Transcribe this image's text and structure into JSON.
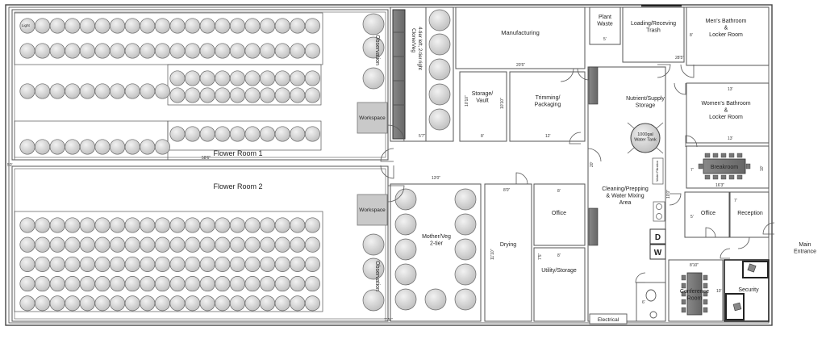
{
  "rooms": {
    "flower1": "Flower Room 1",
    "flower2": "Flower Room 2",
    "clone_veg": "Clone/Veg",
    "clone_veg_sub": "4-tier left, 2-tier right",
    "manufacturing": "Manufacturing",
    "plant_waste": "Plant\nWaste",
    "loading": "Loading/Receving\nTrash",
    "mens": "Men's Bathroom\n&\nLocker Room",
    "womens": "Women's Bathroom\n&\nLocker Room",
    "storage_vault": "Storage/\nVault",
    "trimming": "Trimming/\nPackaging",
    "nutrient": "Nutrient/Supply\nStorage",
    "water_tank": "1000gal\nWater Tank",
    "breakroom": "Breakroom",
    "cleaning": "Cleaning/Prepping\n& Water Mixing\nArea",
    "office_left": "Office",
    "office_right": "Office",
    "reception": "Reception",
    "main_entrance": "Main\nEntrance",
    "mother_veg": "Mother/Veg\n2-tier",
    "drying": "Drying",
    "utility": "Utility/Storage",
    "conference": "Conference\nRoom",
    "security": "Security",
    "electrical": "Electrical",
    "workspace": "Workspace",
    "observation": "Observation",
    "water_filtration": "Water Filtration",
    "light": "Light",
    "washer": "W",
    "dryer": "D"
  },
  "dimensions": {
    "fr1_width": "58'6\"",
    "fr_depth": "50'",
    "mother_width": "13'0\"",
    "bottom_right": "10'8\"",
    "clone_w": "5'7\"",
    "manuf_w": "20'5\"",
    "waste_w": "5'",
    "loading_w": "28'5\"",
    "mens_h": "8'",
    "womens_w": "13'",
    "womens_w2": "13'",
    "storage_h": "10'10\"",
    "trim_h": "10'10\"",
    "storage_w": "8'",
    "trim_w": "12'",
    "nutrient_h": "20'",
    "break_w": "16'3\"",
    "break_h": "10'",
    "break_l": "7'",
    "cleaning_h": "10'0\"",
    "dry_w": "8'0\"",
    "dry_h": "11'10\"",
    "office_w": "8'",
    "util_w": "8'",
    "util_h": "7'5\"",
    "conf_w": "8'10\"",
    "conf_h": "10'",
    "reception_h": "7'",
    "office_h": "5'",
    "bath_w": "6'",
    "mother_bottom": "11'8\""
  }
}
